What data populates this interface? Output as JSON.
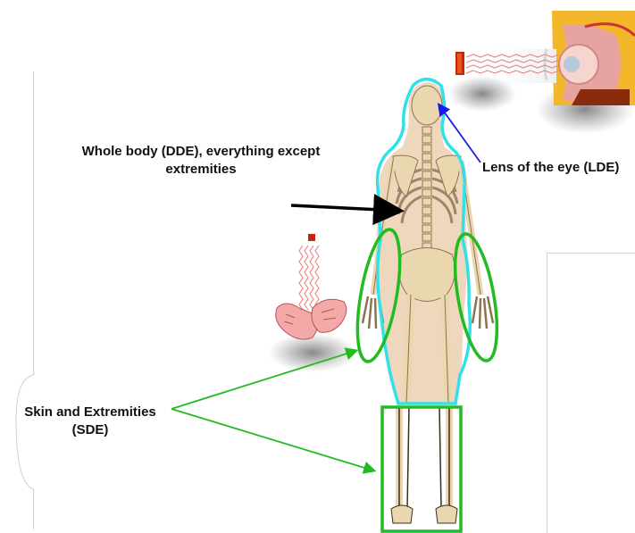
{
  "labels": {
    "whole_body": "Whole body (DDE), everything except extremities",
    "lens": "Lens of the eye (LDE)",
    "skin": "Skin and Extremities (SDE)"
  },
  "colors": {
    "body_outline": "#33e0e8",
    "extremity_outline": "#22bb22",
    "lens_arrow": "#1a1aee",
    "pointer_arrow": "#000000",
    "skin_pointer": "#22bb22",
    "source": "#cc2200",
    "skin_tone": "#e9c9a8",
    "bone": "#ead7b0"
  },
  "icons": [
    "radiation-source-icon",
    "eye-cross-section-icon",
    "hand-icon",
    "skeleton-figure-icon"
  ]
}
